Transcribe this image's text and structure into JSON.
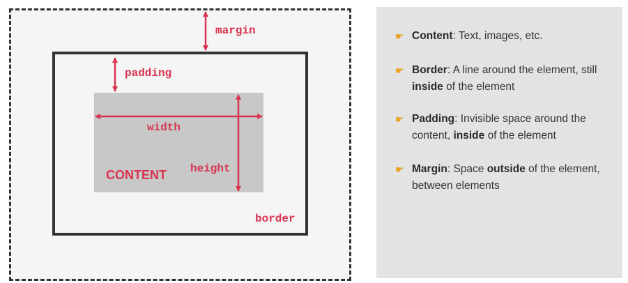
{
  "diagram": {
    "labels": {
      "margin": "margin",
      "padding": "padding",
      "width": "width",
      "height": "height",
      "content": "CONTENT",
      "border": "border"
    },
    "colors": {
      "accent": "#d8344f",
      "border_line": "#333333",
      "content_fill": "#c8c8c8",
      "box_fill": "#f5f5f5"
    }
  },
  "panel": {
    "background": "#e3e3e3",
    "bullet_icon": "pointing-hand-icon",
    "bullets": [
      {
        "term": "Content",
        "sep": ": ",
        "parts": [
          "Text, images, etc."
        ]
      },
      {
        "term": "Border",
        "sep": ": ",
        "parts": [
          "A line around the element, still ",
          "inside",
          " of the element"
        ]
      },
      {
        "term": "Padding",
        "sep": ": ",
        "parts": [
          "Invisible space around the content, ",
          "inside",
          " of the element"
        ]
      },
      {
        "term": "Margin",
        "sep": ": ",
        "parts": [
          "Space ",
          "outside",
          " of the element, between elements"
        ]
      }
    ]
  }
}
